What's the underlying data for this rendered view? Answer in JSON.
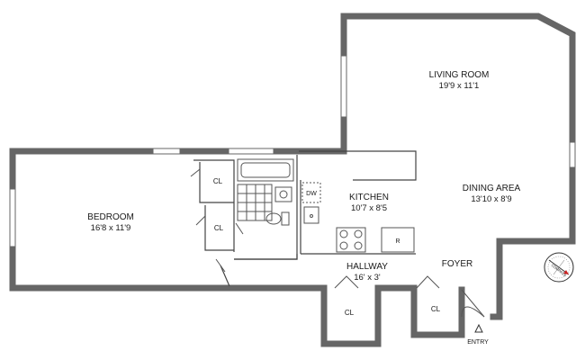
{
  "rooms": {
    "living_room": {
      "name": "LIVING ROOM",
      "dims": "19'9 x 11'1"
    },
    "dining_area": {
      "name": "DINING AREA",
      "dims": "13'10 x 8'9"
    },
    "kitchen": {
      "name": "KITCHEN",
      "dims": "10'7 x 8'5"
    },
    "bedroom": {
      "name": "BEDROOM",
      "dims": "16'8 x 11'9"
    },
    "hallway": {
      "name": "HALLWAY",
      "dims": "16' x 3'"
    },
    "foyer": {
      "name": "FOYER"
    }
  },
  "closets": [
    "CL",
    "CL",
    "CL",
    "CL"
  ],
  "appliances": {
    "dishwasher": "DW",
    "refrigerator": "R"
  },
  "entry": "ENTRY",
  "compass": "COMPASS",
  "colors": {
    "walls": "#666666",
    "text": "#1a1a1a",
    "compass_accent": "#cc2222"
  }
}
